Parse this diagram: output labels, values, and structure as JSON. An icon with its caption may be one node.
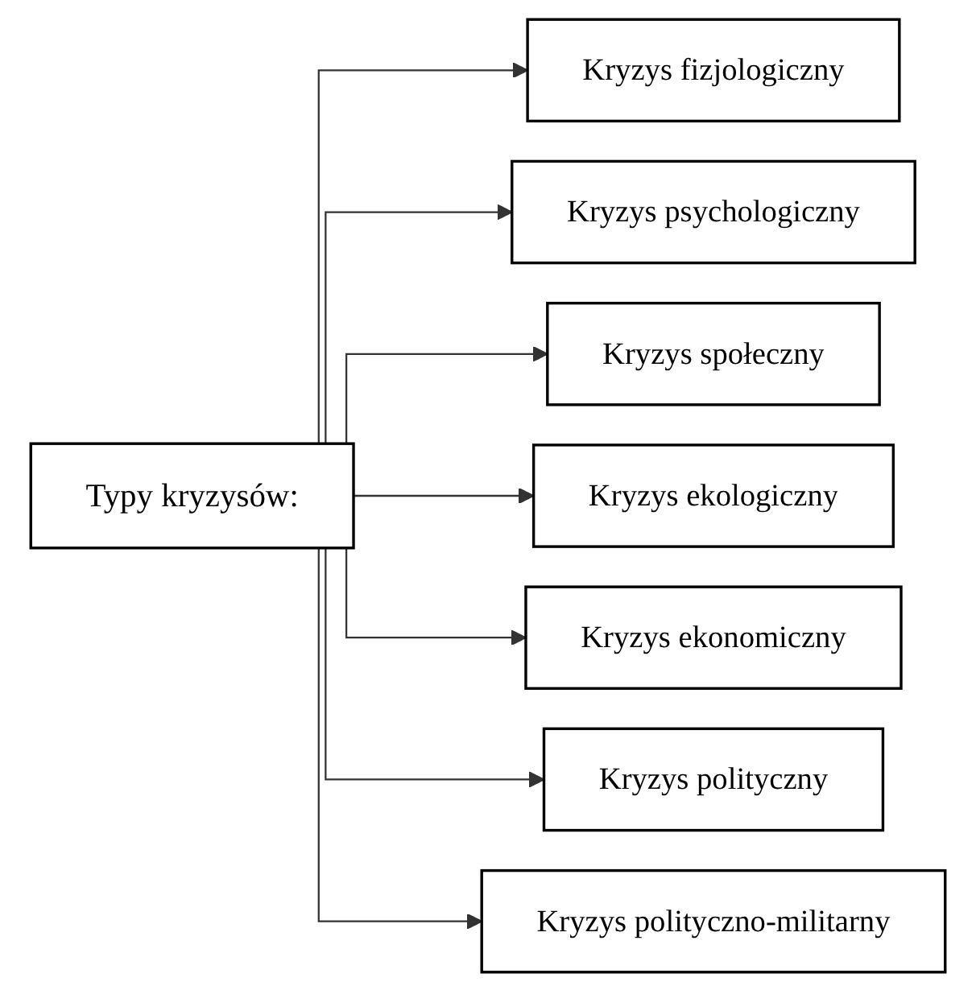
{
  "diagram": {
    "nodes": [
      {
        "text": [
          "Typy kryzysów:"
        ]
      },
      {
        "text": [
          "Kryzys fizjologiczny"
        ]
      },
      {
        "text": [
          "Kryzys psychologiczny"
        ]
      },
      {
        "text": [
          "Kryzys społeczny"
        ]
      },
      {
        "text": [
          "Kryzys ekologiczny"
        ]
      },
      {
        "text": [
          "Kryzys ekonomiczny"
        ]
      },
      {
        "text": [
          "Kryzys polityczny"
        ]
      },
      {
        "text": [
          "Kryzys polityczno-militarny"
        ]
      }
    ],
    "edges": [
      {
        "from": 0,
        "to": 1,
        "arrow": "to"
      },
      {
        "from": 0,
        "to": 2,
        "arrow": "to"
      },
      {
        "from": 0,
        "to": 3,
        "arrow": "to"
      },
      {
        "from": 0,
        "to": 4,
        "arrow": "to"
      },
      {
        "from": 0,
        "to": 5,
        "arrow": "to"
      },
      {
        "from": 0,
        "to": 6,
        "arrow": "to"
      },
      {
        "from": 0,
        "to": 7,
        "arrow": "to"
      }
    ]
  }
}
